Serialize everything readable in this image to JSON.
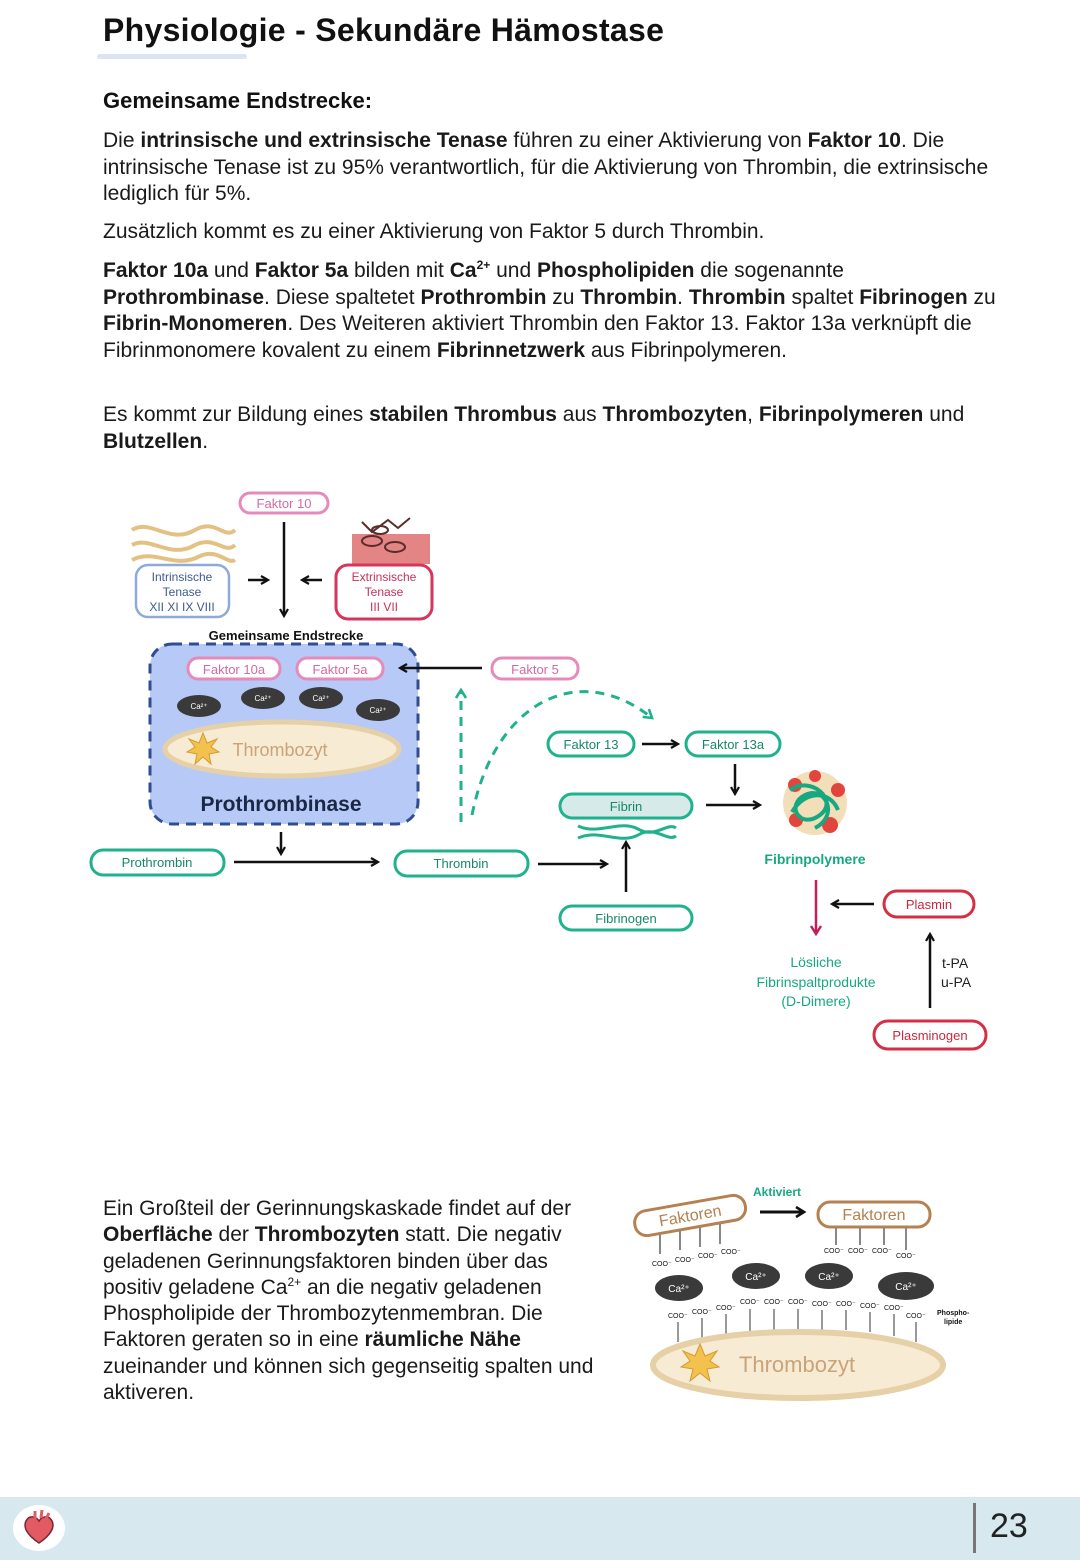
{
  "title": "Physiologie - Sekundäre Hämostase",
  "section_heading": "Gemeinsame Endstrecke:",
  "paragraphs": {
    "p1": [
      {
        "t": "Die ",
        "b": false
      },
      {
        "t": "intrinsische und extrinsische Tenase",
        "b": true
      },
      {
        "t": " führen zu einer Aktivierung von ",
        "b": false
      },
      {
        "t": "Faktor 10",
        "b": true
      },
      {
        "t": ". Die intrinsische Tenase ist zu 95% verantwortlich, für die Aktivierung von Thrombin, die extrinsische lediglich für 5%.",
        "b": false
      }
    ],
    "p2": [
      {
        "t": "Zusätzlich kommt es zu einer Aktivierung von Faktor 5 durch Thrombin.",
        "b": false
      }
    ],
    "p3": [
      {
        "t": "Faktor 10a",
        "b": true
      },
      {
        "t": " und ",
        "b": false
      },
      {
        "t": "Faktor 5a",
        "b": true
      },
      {
        "t": " bilden mit ",
        "b": false
      },
      {
        "t": "Ca",
        "b": true
      },
      {
        "t": "2+",
        "b": true,
        "sup": true
      },
      {
        "t": " und ",
        "b": false
      },
      {
        "t": "Phospholipiden",
        "b": true
      },
      {
        "t": " die sogenannte ",
        "b": false
      },
      {
        "t": "Prothrombinase",
        "b": true
      },
      {
        "t": ". Diese spaltetet ",
        "b": false
      },
      {
        "t": "Prothrombin",
        "b": true
      },
      {
        "t": " zu ",
        "b": false
      },
      {
        "t": "Thrombin",
        "b": true
      },
      {
        "t": ". ",
        "b": false
      },
      {
        "t": "Thrombin",
        "b": true
      },
      {
        "t": " spaltet ",
        "b": false
      },
      {
        "t": "Fibrinogen",
        "b": true
      },
      {
        "t": " zu ",
        "b": false
      },
      {
        "t": "Fibrin-Monomeren",
        "b": true
      },
      {
        "t": ". Des Weiteren aktiviert Thrombin den Faktor 13. Faktor 13a verknüpft die Fibrinmonomere kovalent zu einem ",
        "b": false
      },
      {
        "t": "Fibrinnetzwerk",
        "b": true
      },
      {
        "t": " aus Fibrinpolymeren.",
        "b": false
      }
    ],
    "p4": [
      {
        "t": "Es kommt zur Bildung eines ",
        "b": false
      },
      {
        "t": "stabilen Thrombus",
        "b": true
      },
      {
        "t": " aus ",
        "b": false
      },
      {
        "t": "Thrombozyten",
        "b": true
      },
      {
        "t": ", ",
        "b": false
      },
      {
        "t": "Fibrinpolymeren",
        "b": true
      },
      {
        "t": " und ",
        "b": false
      },
      {
        "t": "Blutzellen",
        "b": true
      },
      {
        "t": ".",
        "b": false
      }
    ],
    "bottom": [
      {
        "t": "Ein Großteil der Gerinnungskaskade findet auf der ",
        "b": false
      },
      {
        "t": "Oberfläche",
        "b": true
      },
      {
        "t": " der ",
        "b": false
      },
      {
        "t": "Thrombozyten",
        "b": true
      },
      {
        "t": " statt. Die negativ geladenen Gerinnungsfaktoren binden über das positiv geladene Ca",
        "b": false
      },
      {
        "t": "2+",
        "b": false,
        "sup": true
      },
      {
        "t": " an die negativ geladenen Phospholipide der Thrombozytenmembran. Die Faktoren geraten so in eine ",
        "b": false
      },
      {
        "t": "räumliche Nähe",
        "b": true
      },
      {
        "t": " zueinander und können sich gegenseitig spalten und aktiveren.",
        "b": false
      }
    ]
  },
  "diagram": {
    "faktor10": "Faktor 10",
    "intrinsic_l1": "Intrinsische",
    "intrinsic_l2": "Tenase",
    "intrinsic_l3": "XII XI IX VIII",
    "extrinsic_l1": "Extrinsische",
    "extrinsic_l2": "Tenase",
    "extrinsic_l3": "III VII",
    "common_pathway": "Gemeinsame Endstrecke",
    "faktor10a": "Faktor 10a",
    "faktor5a": "Faktor 5a",
    "faktor5": "Faktor 5",
    "ca": "Ca²⁺",
    "thrombozyt": "Thrombozyt",
    "prothrombinase": "Prothrombinase",
    "prothrombin": "Prothrombin",
    "thrombin": "Thrombin",
    "faktor13": "Faktor 13",
    "faktor13a": "Faktor 13a",
    "fibrin": "Fibrin",
    "fibrinogen": "Fibrinogen",
    "fibrinpolymere": "Fibrinpolymere",
    "plasmin": "Plasmin",
    "plasminogen": "Plasminogen",
    "tpa": "t-PA",
    "upa": "u-PA",
    "products_l1": "Lösliche",
    "products_l2": "Fibrinspaltprodukte",
    "products_l3": "(D-Dimere)"
  },
  "membrane": {
    "aktiviert": "Aktiviert",
    "faktoren": "Faktoren",
    "coo": "COO⁻",
    "ca": "Ca²⁺",
    "thrombozyt": "Thrombozyt",
    "phospho_l1": "Phospho-",
    "phospho_l2": "lipide"
  },
  "footer": {
    "page_number": "23",
    "logo_icon": "heart-icon"
  },
  "colors": {
    "pink": "#e58bbb",
    "teal": "#1fb28c",
    "red": "#d62f45",
    "blue_box": "#b7c9f6",
    "tan": "#c19a6b",
    "footer_bg": "#d7e8ef"
  }
}
